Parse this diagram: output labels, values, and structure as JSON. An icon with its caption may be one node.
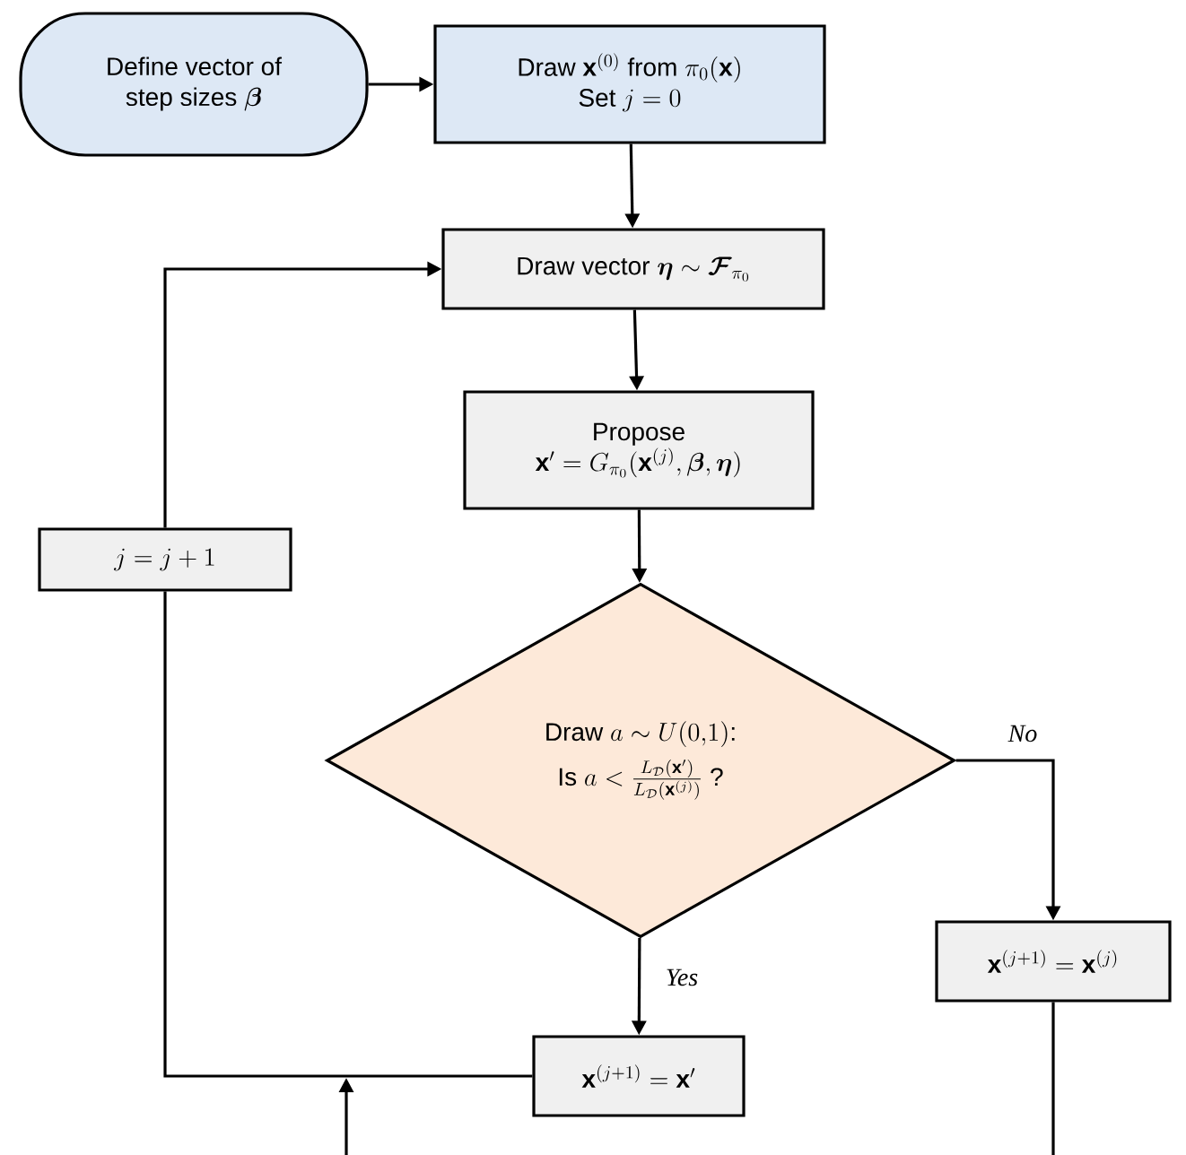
{
  "diagram": {
    "nodes": [
      {
        "text": [
          "\\begin{array}{c}\\text{Define vector of}\\\\ \\text{step sizes }\\boldsymbol{\\beta}\\end{array}"
        ]
      },
      {
        "text": [
          "\\begin{array}{c}\\text{Draw }\\mathbf{x}^{(0)}\\text{ from }\\pi_0(\\mathbf{x})\\\\ \\text{Set }j=0\\end{array}"
        ]
      },
      {
        "text": [
          "\\text{Draw vector }\\boldsymbol{\\eta}\\sim\\boldsymbol{\\mathcal{F}}_{\\pi_0}"
        ]
      },
      {
        "text": [
          "Propose",
          "\\mathbf{x}'=G_{\\pi_0}(\\mathbf{x}^{(j)},\\boldsymbol{\\beta},\\boldsymbol{\\eta})"
        ]
      },
      {
        "text": [
          "j=j+1"
        ]
      },
      {
        "text": [
          "\\text{Draw }a\\sim U(0{,}1)\\text{:}",
          "\\text{Is }a<\\frac{L_{\\mathcal{D}}(\\mathbf{x}')}{L_{\\mathcal{D}}(\\mathbf{x}^{(j)})}\\text{ ?}"
        ]
      },
      {
        "text": [
          "\\mathbf{x}^{(j+1)}=\\mathbf{x}^{(j)}"
        ]
      },
      {
        "text": [
          "\\mathbf{x}^{(j+1)}=\\mathbf{x}'"
        ]
      }
    ],
    "edges": [
      {
        "from": 0,
        "to": 1,
        "arrow": "to"
      },
      {
        "from": 1,
        "to": 2,
        "arrow": "to"
      },
      {
        "from": 2,
        "to": 3,
        "arrow": "to"
      },
      {
        "from": 3,
        "to": 5,
        "arrow": "to"
      },
      {
        "from": 5,
        "to": 6,
        "arrow": "to",
        "label": "No"
      },
      {
        "from": 5,
        "to": 7,
        "arrow": "to",
        "label": "Yes"
      },
      {
        "from": 7,
        "to": 4,
        "arrow": "none"
      },
      {
        "from": 6,
        "to": null,
        "arrow": "to"
      },
      {
        "from": 4,
        "to": 2,
        "arrow": "to"
      }
    ]
  }
}
